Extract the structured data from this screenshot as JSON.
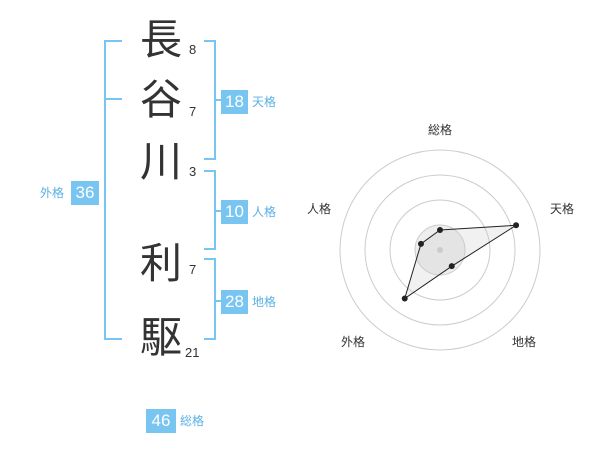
{
  "name": {
    "characters": [
      {
        "char": "長",
        "strokes": "8"
      },
      {
        "char": "谷",
        "strokes": "7"
      },
      {
        "char": "川",
        "strokes": "3"
      },
      {
        "char": "利",
        "strokes": "7"
      },
      {
        "char": "駆",
        "strokes": "21"
      }
    ]
  },
  "kakusu": {
    "tenkaku": {
      "value": "18",
      "label": "天格"
    },
    "jinkaku": {
      "value": "10",
      "label": "人格"
    },
    "chikaku": {
      "value": "28",
      "label": "地格"
    },
    "gaikaku": {
      "value": "36",
      "label": "外格"
    },
    "soukaku": {
      "value": "46",
      "label": "総格"
    }
  },
  "colors": {
    "accent": "#77c5f0",
    "label": "#5ab0e4",
    "text": "#333333"
  },
  "chart_data": {
    "type": "radar",
    "axes": [
      "総格",
      "天格",
      "地格",
      "外格",
      "人格"
    ],
    "values": [
      1,
      4,
      1,
      3,
      1
    ],
    "rmax": 5,
    "rings": 4
  }
}
